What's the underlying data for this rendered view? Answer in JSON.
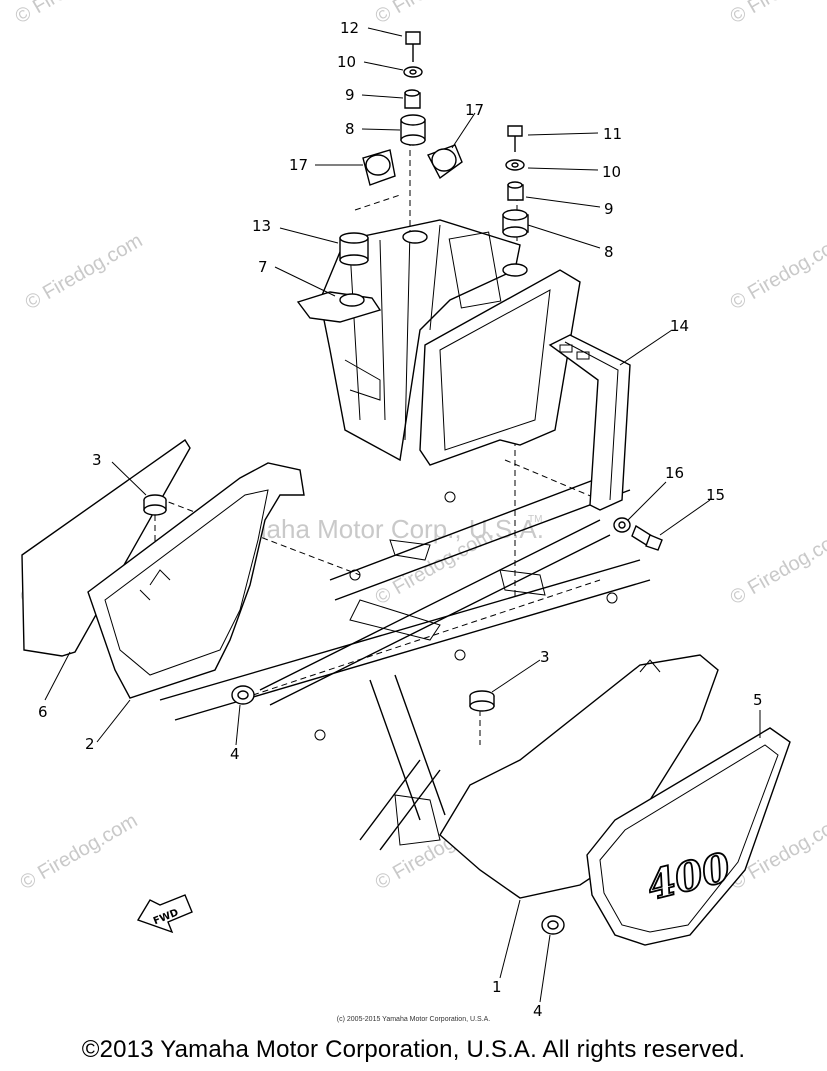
{
  "watermarks": {
    "site": "© Firedog.com",
    "center": "Yamaha Motor Corp., U.S.A.",
    "tm": "TM"
  },
  "labels": {
    "p1": "1",
    "p2": "2",
    "p3a": "3",
    "p3b": "3",
    "p4a": "4",
    "p4b": "4",
    "p5": "5",
    "p6": "6",
    "p7": "7",
    "p8a": "8",
    "p8b": "8",
    "p9a": "9",
    "p9b": "9",
    "p10a": "10",
    "p10b": "10",
    "p11": "11",
    "p12": "12",
    "p13": "13",
    "p14": "14",
    "p15": "15",
    "p16": "16",
    "p17a": "17",
    "p17b": "17"
  },
  "emblem": {
    "number": "400"
  },
  "fwd": {
    "text": "FWD"
  },
  "footer": {
    "small": "(c) 2005-2015 Yamaha Motor Corporation, U.S.A.",
    "main": "©2013 Yamaha Motor Corporation, U.S.A. All rights reserved."
  }
}
